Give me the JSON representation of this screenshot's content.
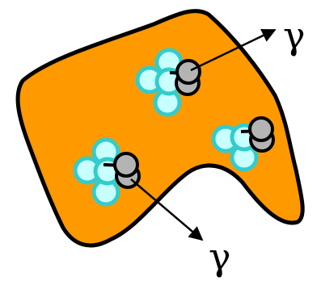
{
  "labels": {
    "gamma_top": "γ",
    "gamma_bottom": "γ"
  },
  "colors": {
    "blob_fill": "#ff9900",
    "blob_stroke": "#000000",
    "nucleon_fill": "#c8ffff",
    "nucleon_stroke": "#33cccc",
    "pair_fill": "#b4b4b4",
    "pair_stroke": "#000000",
    "arrow": "#000000"
  },
  "clusters": [
    {
      "name": "cluster-top",
      "emits_photon": true
    },
    {
      "name": "cluster-right",
      "emits_photon": false
    },
    {
      "name": "cluster-left",
      "emits_photon": true
    }
  ]
}
